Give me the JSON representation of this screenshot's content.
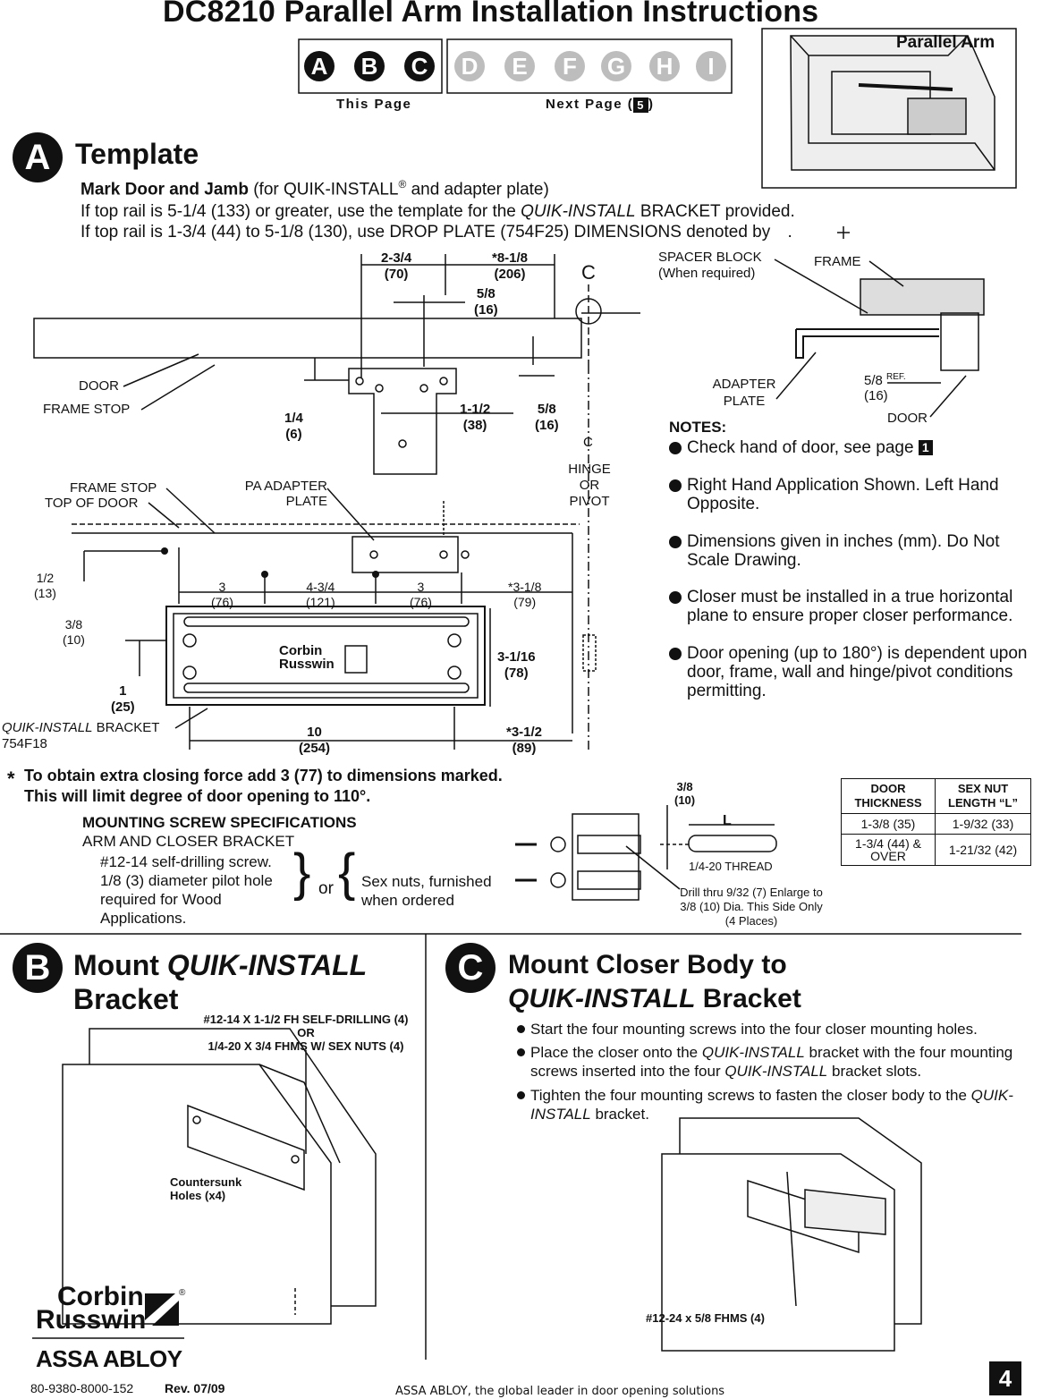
{
  "title": "DC8210 Parallel Arm Installation Instructions",
  "steps": {
    "letters": [
      "A",
      "B",
      "C",
      "D",
      "E",
      "F",
      "G",
      "H",
      "I"
    ],
    "this_page_label": "This Page",
    "next_page_label": "Next Page (",
    "next_page_num": "5",
    "next_page_close": ")"
  },
  "parallel_arm_label": "Parallel Arm",
  "section_a": {
    "badge": "A",
    "title": "Template",
    "subtitle_bold": "Mark Door and Jamb",
    "subtitle_rest": " (for QUIK-INSTALL",
    "subtitle_reg": "®",
    "subtitle_end": " and adapter plate)",
    "line1_a": "If top rail is  5-1/4 (133) or greater, use the template for the ",
    "line1_italic": "QUIK-INSTALL",
    "line1_b": " BRACKET provided.",
    "line2": "If top rail is 1-3/4 (44) to 5-1/8 (130), use DROP PLATE (754F25) DIMENSIONS denoted by ",
    "line2_end": "."
  },
  "drawing": {
    "dims": {
      "d1": "2-3/4",
      "d1mm": "(70)",
      "d2": "*8-1/8",
      "d2mm": "(206)",
      "d3": "5/8",
      "d3mm": "(16)",
      "d4": "1/4",
      "d4mm": "(6)",
      "d5": "1-1/2",
      "d5mm": "(38)",
      "d6": "5/8",
      "d6mm": "(16)",
      "d7": "1/2",
      "d7mm": "(13)",
      "d8": "3/8",
      "d8mm": "(10)",
      "d9": "1",
      "d9mm": "(25)",
      "d10": "3",
      "d10mm": "(76)",
      "d11": "4-3/4",
      "d11mm": "(121)",
      "d12": "3",
      "d12mm": "(76)",
      "d13": "*3-1/8",
      "d13mm": "(79)",
      "d14": "3-1/16",
      "d14mm": "(78)",
      "d15": "10",
      "d15mm": "(254)",
      "d16": "*3-1/2",
      "d16mm": "(89)"
    },
    "labels": {
      "door": "DOOR",
      "frame_stop": "FRAME STOP",
      "frame_stop2": "FRAME STOP",
      "top_of_door": "TOP OF DOOR",
      "pa_adapter": "PA ADAPTER",
      "plate": "PLATE",
      "hinge": "HINGE",
      "or": "OR",
      "pivot": "PIVOT",
      "cl": "C",
      "quik_italic": "QUIK-INSTALL",
      "bracket": " BRACKET",
      "part": "754F18",
      "logo1": "Corbin",
      "logo2": "Russwin"
    }
  },
  "detail": {
    "spacer_block": "SPACER BLOCK",
    "when_required": "(When required)",
    "frame": "FRAME",
    "adapter": "ADAPTER",
    "plate": "PLATE",
    "dim": "5/8",
    "dim_ref": "REF.",
    "dim_mm": "(16)",
    "door": "DOOR"
  },
  "notes": {
    "heading": "NOTES:",
    "items": [
      "Check hand of door, see page ",
      "Right Hand Application Shown. Left Hand Opposite.",
      "Dimensions given in inches (mm). Do Not Scale Drawing.",
      "Closer must be installed in a true horizontal plane to ensure proper closer performance.",
      "Door opening (up to 180°) is dependent upon door, frame, wall and hinge/pivot conditions permitting."
    ],
    "page_ref": "1"
  },
  "extra_force": {
    "star": "*",
    "line1": "To obtain extra closing force add 3 (77) to dimensions marked.",
    "line2": "This will limit degree of door opening to 110°."
  },
  "mounting": {
    "heading": "MOUNTING SCREW SPECIFICATIONS",
    "sub": "ARM AND CLOSER BRACKET",
    "left": [
      "#12-14 self-drilling screw.",
      "1/8 (3) diameter pilot hole",
      "required for Wood",
      "Applications."
    ],
    "or": "or",
    "right": [
      "Sex nuts, furnished",
      "when ordered"
    ],
    "dim": "3/8",
    "dim_mm": "(10)",
    "l_label": "L",
    "thread": "1/4-20 THREAD",
    "drill": [
      "Drill thru 9/32 (7) Enlarge to",
      "3/8 (10) Dia. This Side Only",
      "(4 Places)"
    ]
  },
  "spec_table": {
    "headers": [
      "DOOR THICKNESS",
      "SEX NUT LENGTH “L”"
    ],
    "rows": [
      [
        "1-3/8 (35)",
        "1-9/32 (33)"
      ],
      [
        "1-3/4 (44) & OVER",
        "1-21/32 (42)"
      ]
    ]
  },
  "section_b": {
    "badge": "B",
    "title_a": "Mount ",
    "title_italic": "QUIK-INSTALL",
    "title_b": "Bracket",
    "callout1": "#12-14 X 1-1/2 FH SELF-DRILLING (4)",
    "callout2": "OR",
    "callout3": "1/4-20 X 3/4 FHMS W/ SEX NUTS (4)",
    "countersunk1": "Countersunk",
    "countersunk2": "Holes (x4)"
  },
  "section_c": {
    "badge": "C",
    "title1": "Mount Closer Body to",
    "title2_italic": "QUIK-INSTALL",
    "title2_rest": " Bracket",
    "b1": "Start the four mounting screws into the four closer mounting holes.",
    "b2_a": "Place the closer onto the ",
    "b2_i": "QUIK-INSTALL",
    "b2_b": " bracket with the four mounting screws inserted into the four ",
    "b2_i2": "QUIK-INSTALL",
    "b2_c": " bracket slots.",
    "b3_a": "Tighten the four mounting screws to fasten the closer body to the ",
    "b3_i": "QUIK-INSTALL",
    "b3_b": " bracket.",
    "callout": "#12-24 x 5/8 FHMS (4)"
  },
  "footer": {
    "logo1": "Corbin",
    "logo2": "Russwin",
    "reg": "®",
    "assa": "ASSA ABLOY",
    "doc_num": "80-9380-8000-152",
    "rev": "Rev. 07/09",
    "tagline": "ASSA ABLOY, the global leader in door opening solutions",
    "page": "4"
  }
}
